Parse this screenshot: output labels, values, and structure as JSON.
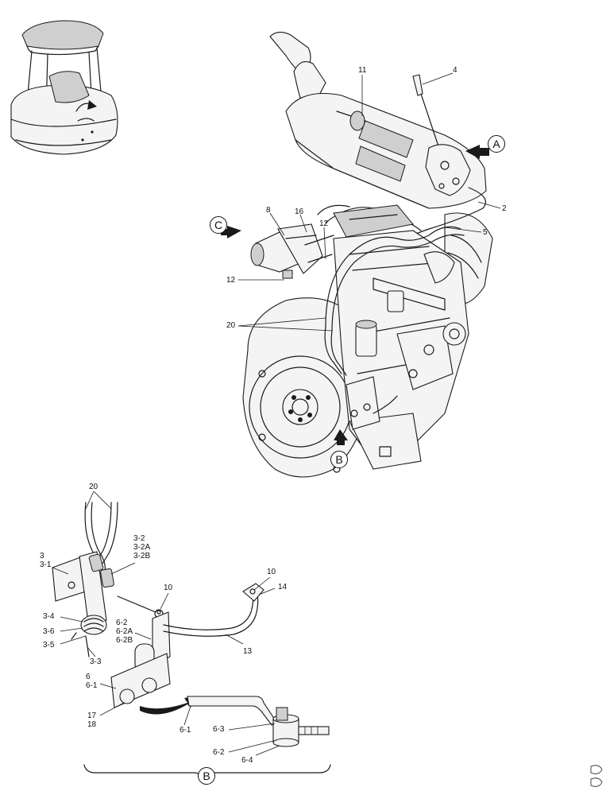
{
  "callouts": {
    "c11": "11",
    "c4": "4",
    "c2": "2",
    "c5": "5",
    "c8": "8",
    "c16": "16",
    "c12a": "12",
    "c12b": "12",
    "c20a": "20",
    "c20b": "20",
    "c3_2": "3-2",
    "c3_2a": "3-2A",
    "c3_2b": "3-2B",
    "c3": "3",
    "c3_1": "3-1",
    "c10a": "10",
    "c10b": "10",
    "c14": "14",
    "c3_4": "3-4",
    "c3_6": "3-6",
    "c3_5": "3-5",
    "c6_2": "6-2",
    "c6_2a": "6-2A",
    "c6_2b": "6-2B",
    "c13": "13",
    "c3_3": "3-3",
    "c6": "6",
    "c6_1a": "6-1",
    "c17": "17",
    "c18": "18",
    "c6_1b": "6-1",
    "c6_3": "6-3",
    "c6_2c": "6-2",
    "c6_4": "6-4"
  },
  "views": {
    "a": "A",
    "c": "C",
    "b_top": "B",
    "b_bottom": "B"
  }
}
